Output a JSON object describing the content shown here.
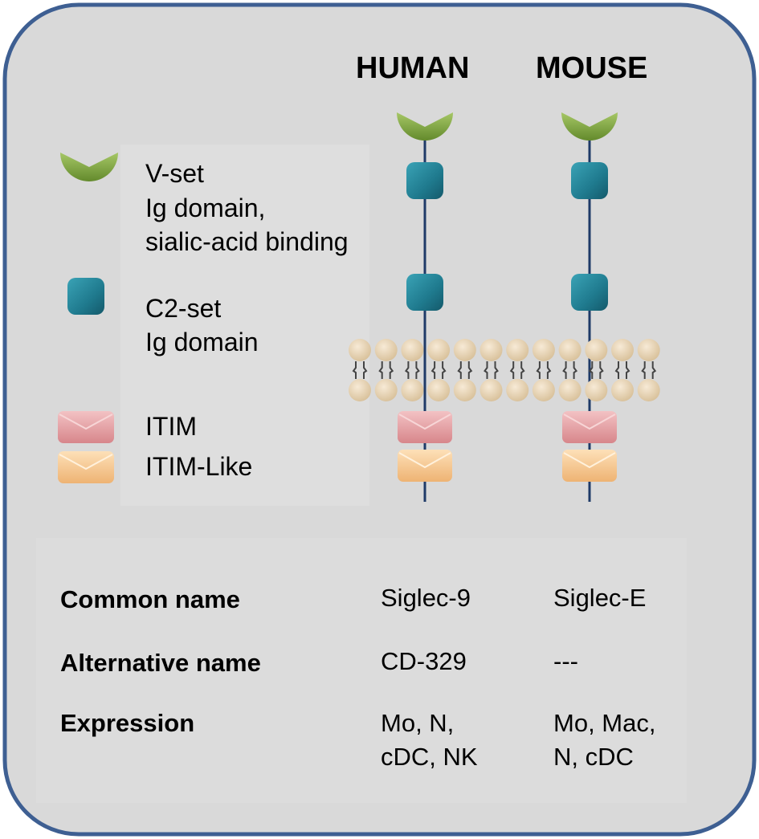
{
  "headers": {
    "human": "HUMAN",
    "mouse": "MOUSE"
  },
  "legend": {
    "vset": [
      "V-set",
      "Ig domain,",
      "sialic-acid binding"
    ],
    "c2set": [
      "C2-set",
      "Ig domain"
    ],
    "itim": "ITIM",
    "itim_like": "ITIM-Like"
  },
  "table": {
    "rows": [
      {
        "label": "Common name",
        "human": [
          "Siglec-9"
        ],
        "mouse": [
          "Siglec-E"
        ]
      },
      {
        "label": "Alternative name",
        "human": [
          "CD-329"
        ],
        "mouse": [
          "---"
        ]
      },
      {
        "label": "Expression",
        "human": [
          "Mo, N,",
          "cDC, NK"
        ],
        "mouse": [
          "Mo, Mac,",
          "N, cDC"
        ]
      }
    ]
  },
  "colors": {
    "panel_fill": "#d9d9d9",
    "panel_border": "#3e5f92",
    "vset_green": "#7ea53f",
    "c2_teal": "#1f7a8e",
    "itim_pink": "#e3989c",
    "itim_like_orange": "#f6c78f",
    "membrane_bead": "#e8d4b4",
    "axis_line": "#1f3a68"
  }
}
